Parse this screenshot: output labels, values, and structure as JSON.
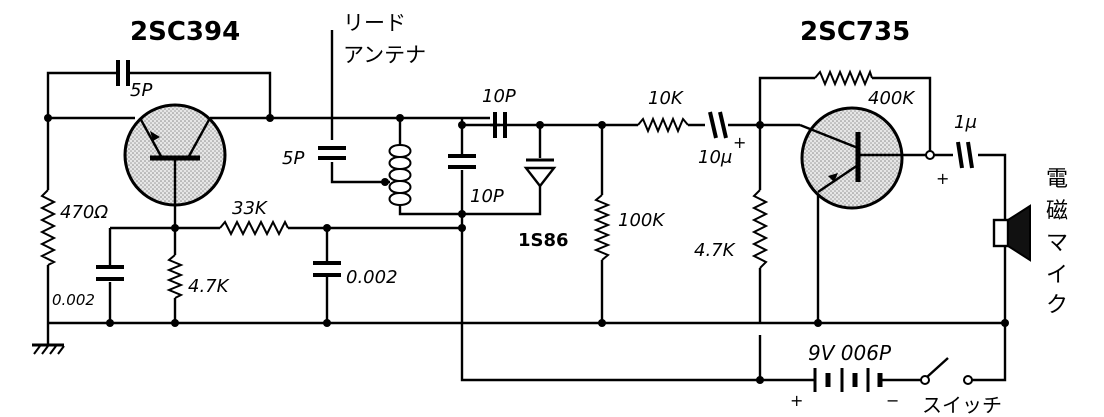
{
  "transistors": {
    "q1_part": "2SC394",
    "q2_part": "2SC735"
  },
  "antenna_label": [
    "リード",
    "アンテナ"
  ],
  "mic_label": [
    "電",
    "磁",
    "マ",
    "イ",
    "ク"
  ],
  "components": {
    "c_feedback": "5P",
    "c_antenna": "5P",
    "c_coupling": "10P",
    "c_tank": "10P",
    "r_emitter_bias": "470Ω",
    "r_emitter": "4.7K",
    "r_series": "33K",
    "c_bypass_left": "0.002",
    "c_bypass_mid": "0.002",
    "diode": "1S86",
    "r_detector": "100K",
    "r_input": "10K",
    "c_input": "10μ",
    "r_feedback2": "400K",
    "r_bias2": "4.7K",
    "c_mic": "1μ",
    "battery": "9V 006P",
    "switch": "スイッチ"
  },
  "symbols": {
    "plus": "+",
    "minus": "−"
  }
}
